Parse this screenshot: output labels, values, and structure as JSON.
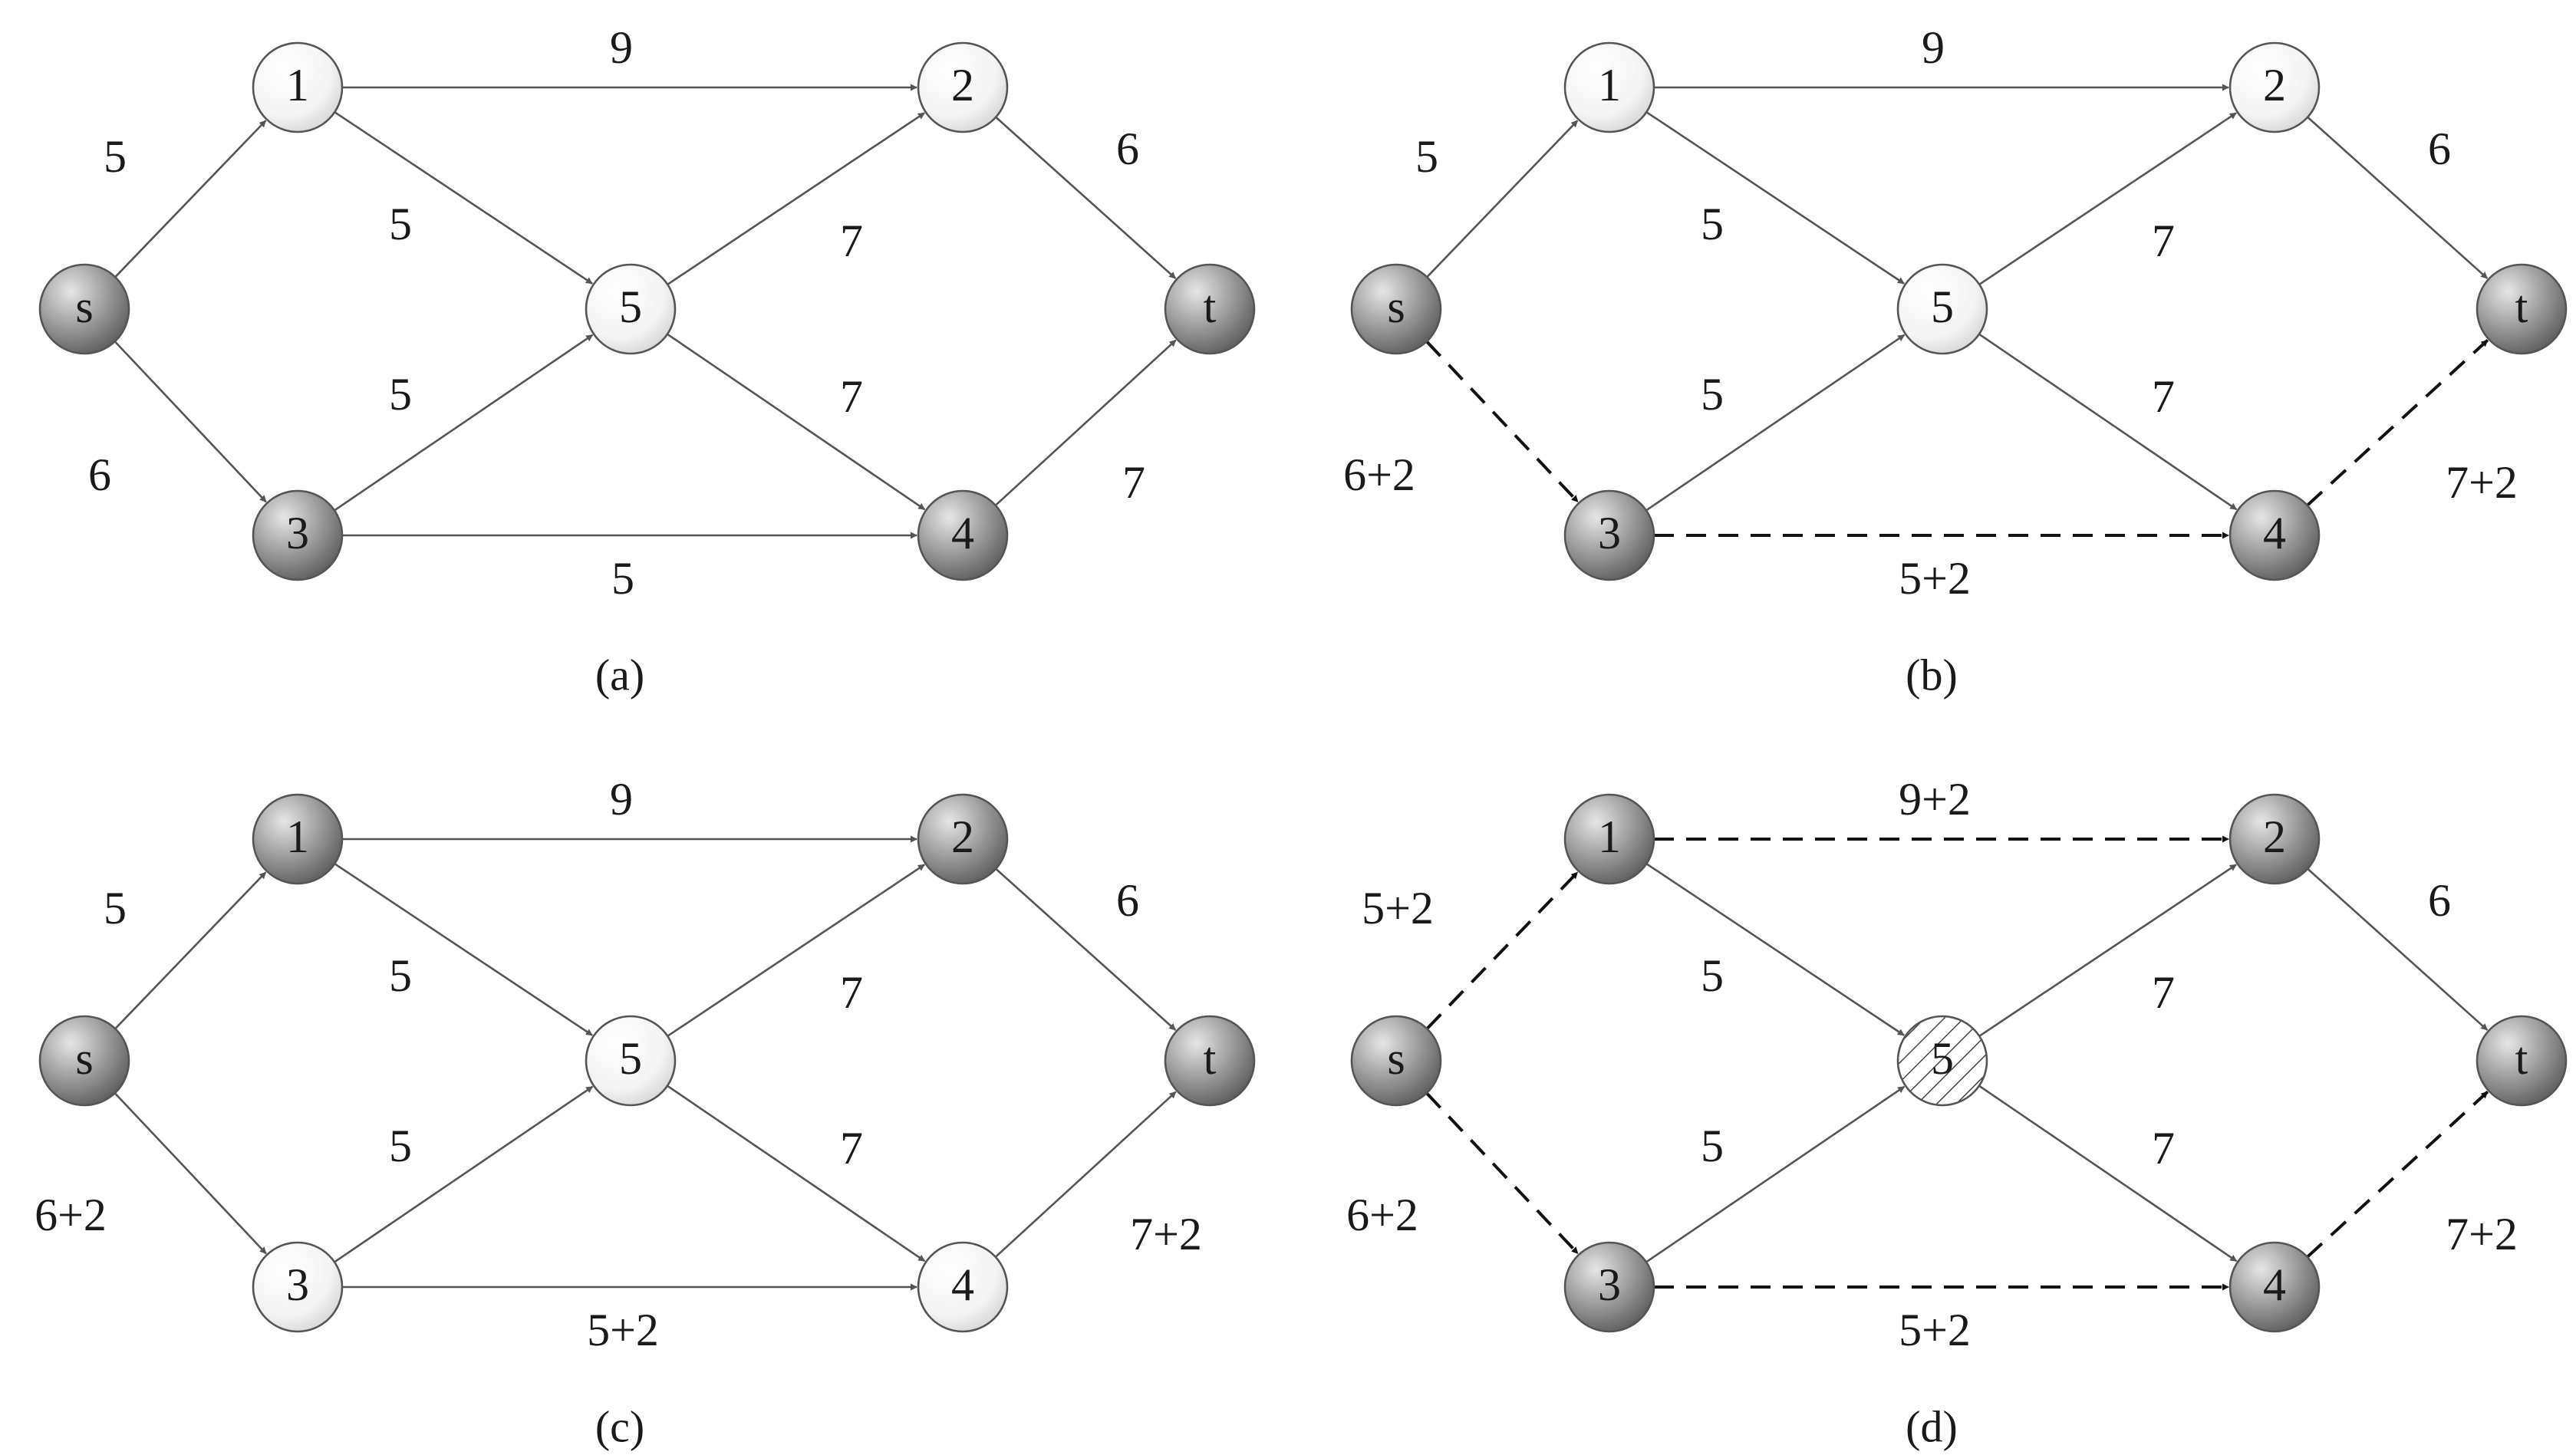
{
  "colors": {
    "node_gray": "#8a8a8a",
    "node_white": "#f4f4f4",
    "edge": "#555555",
    "dashed_edge": "#111111",
    "text": "#1a1a1a"
  },
  "panels": [
    {
      "id": "a",
      "caption": "(a)",
      "nodes": [
        {
          "id": "s",
          "label": "s",
          "fill": "gray"
        },
        {
          "id": "1",
          "label": "1",
          "fill": "white"
        },
        {
          "id": "2",
          "label": "2",
          "fill": "white"
        },
        {
          "id": "5",
          "label": "5",
          "fill": "white"
        },
        {
          "id": "3",
          "label": "3",
          "fill": "gray"
        },
        {
          "id": "4",
          "label": "4",
          "fill": "gray"
        },
        {
          "id": "t",
          "label": "t",
          "fill": "gray"
        }
      ],
      "edges": [
        {
          "from": "s",
          "to": "1",
          "label": "5",
          "style": "solid"
        },
        {
          "from": "s",
          "to": "3",
          "label": "6",
          "style": "solid"
        },
        {
          "from": "1",
          "to": "2",
          "label": "9",
          "style": "solid"
        },
        {
          "from": "1",
          "to": "5",
          "label": "5",
          "style": "solid"
        },
        {
          "from": "3",
          "to": "5",
          "label": "5",
          "style": "solid"
        },
        {
          "from": "5",
          "to": "2",
          "label": "7",
          "style": "solid"
        },
        {
          "from": "5",
          "to": "4",
          "label": "7",
          "style": "solid"
        },
        {
          "from": "3",
          "to": "4",
          "label": "5",
          "style": "solid"
        },
        {
          "from": "2",
          "to": "t",
          "label": "6",
          "style": "solid"
        },
        {
          "from": "4",
          "to": "t",
          "label": "7",
          "style": "solid"
        }
      ]
    },
    {
      "id": "b",
      "caption": "(b)",
      "nodes": [
        {
          "id": "s",
          "label": "s",
          "fill": "gray"
        },
        {
          "id": "1",
          "label": "1",
          "fill": "white"
        },
        {
          "id": "2",
          "label": "2",
          "fill": "white"
        },
        {
          "id": "5",
          "label": "5",
          "fill": "white"
        },
        {
          "id": "3",
          "label": "3",
          "fill": "gray"
        },
        {
          "id": "4",
          "label": "4",
          "fill": "gray"
        },
        {
          "id": "t",
          "label": "t",
          "fill": "gray"
        }
      ],
      "edges": [
        {
          "from": "s",
          "to": "1",
          "label": "5",
          "style": "solid"
        },
        {
          "from": "s",
          "to": "3",
          "label": "6+2",
          "style": "dashed"
        },
        {
          "from": "1",
          "to": "2",
          "label": "9",
          "style": "solid"
        },
        {
          "from": "1",
          "to": "5",
          "label": "5",
          "style": "solid"
        },
        {
          "from": "3",
          "to": "5",
          "label": "5",
          "style": "solid"
        },
        {
          "from": "5",
          "to": "2",
          "label": "7",
          "style": "solid"
        },
        {
          "from": "5",
          "to": "4",
          "label": "7",
          "style": "solid"
        },
        {
          "from": "3",
          "to": "4",
          "label": "5+2",
          "style": "dashed"
        },
        {
          "from": "2",
          "to": "t",
          "label": "6",
          "style": "solid"
        },
        {
          "from": "4",
          "to": "t",
          "label": "7+2",
          "style": "dashed"
        }
      ]
    },
    {
      "id": "c",
      "caption": "(c)",
      "nodes": [
        {
          "id": "s",
          "label": "s",
          "fill": "gray"
        },
        {
          "id": "1",
          "label": "1",
          "fill": "gray"
        },
        {
          "id": "2",
          "label": "2",
          "fill": "gray"
        },
        {
          "id": "5",
          "label": "5",
          "fill": "white"
        },
        {
          "id": "3",
          "label": "3",
          "fill": "white"
        },
        {
          "id": "4",
          "label": "4",
          "fill": "white"
        },
        {
          "id": "t",
          "label": "t",
          "fill": "gray"
        }
      ],
      "edges": [
        {
          "from": "s",
          "to": "1",
          "label": "5",
          "style": "solid"
        },
        {
          "from": "s",
          "to": "3",
          "label": "6+2",
          "style": "solid"
        },
        {
          "from": "1",
          "to": "2",
          "label": "9",
          "style": "solid"
        },
        {
          "from": "1",
          "to": "5",
          "label": "5",
          "style": "solid"
        },
        {
          "from": "3",
          "to": "5",
          "label": "5",
          "style": "solid"
        },
        {
          "from": "5",
          "to": "2",
          "label": "7",
          "style": "solid"
        },
        {
          "from": "5",
          "to": "4",
          "label": "7",
          "style": "solid"
        },
        {
          "from": "3",
          "to": "4",
          "label": "5+2",
          "style": "solid"
        },
        {
          "from": "2",
          "to": "t",
          "label": "6",
          "style": "solid"
        },
        {
          "from": "4",
          "to": "t",
          "label": "7+2",
          "style": "solid"
        }
      ]
    },
    {
      "id": "d",
      "caption": "(d)",
      "nodes": [
        {
          "id": "s",
          "label": "s",
          "fill": "gray"
        },
        {
          "id": "1",
          "label": "1",
          "fill": "gray"
        },
        {
          "id": "2",
          "label": "2",
          "fill": "gray"
        },
        {
          "id": "5",
          "label": "5",
          "fill": "hatched"
        },
        {
          "id": "3",
          "label": "3",
          "fill": "gray"
        },
        {
          "id": "4",
          "label": "4",
          "fill": "gray"
        },
        {
          "id": "t",
          "label": "t",
          "fill": "gray"
        }
      ],
      "edges": [
        {
          "from": "s",
          "to": "1",
          "label": "5+2",
          "style": "dashed"
        },
        {
          "from": "s",
          "to": "3",
          "label": "6+2",
          "style": "dashed"
        },
        {
          "from": "1",
          "to": "2",
          "label": "9+2",
          "style": "dashed"
        },
        {
          "from": "1",
          "to": "5",
          "label": "5",
          "style": "solid"
        },
        {
          "from": "3",
          "to": "5",
          "label": "5",
          "style": "solid"
        },
        {
          "from": "5",
          "to": "2",
          "label": "7",
          "style": "solid"
        },
        {
          "from": "5",
          "to": "4",
          "label": "7",
          "style": "solid"
        },
        {
          "from": "3",
          "to": "4",
          "label": "5+2",
          "style": "dashed"
        },
        {
          "from": "2",
          "to": "t",
          "label": "6",
          "style": "solid"
        },
        {
          "from": "4",
          "to": "t",
          "label": "7+2",
          "style": "dashed"
        }
      ]
    }
  ]
}
